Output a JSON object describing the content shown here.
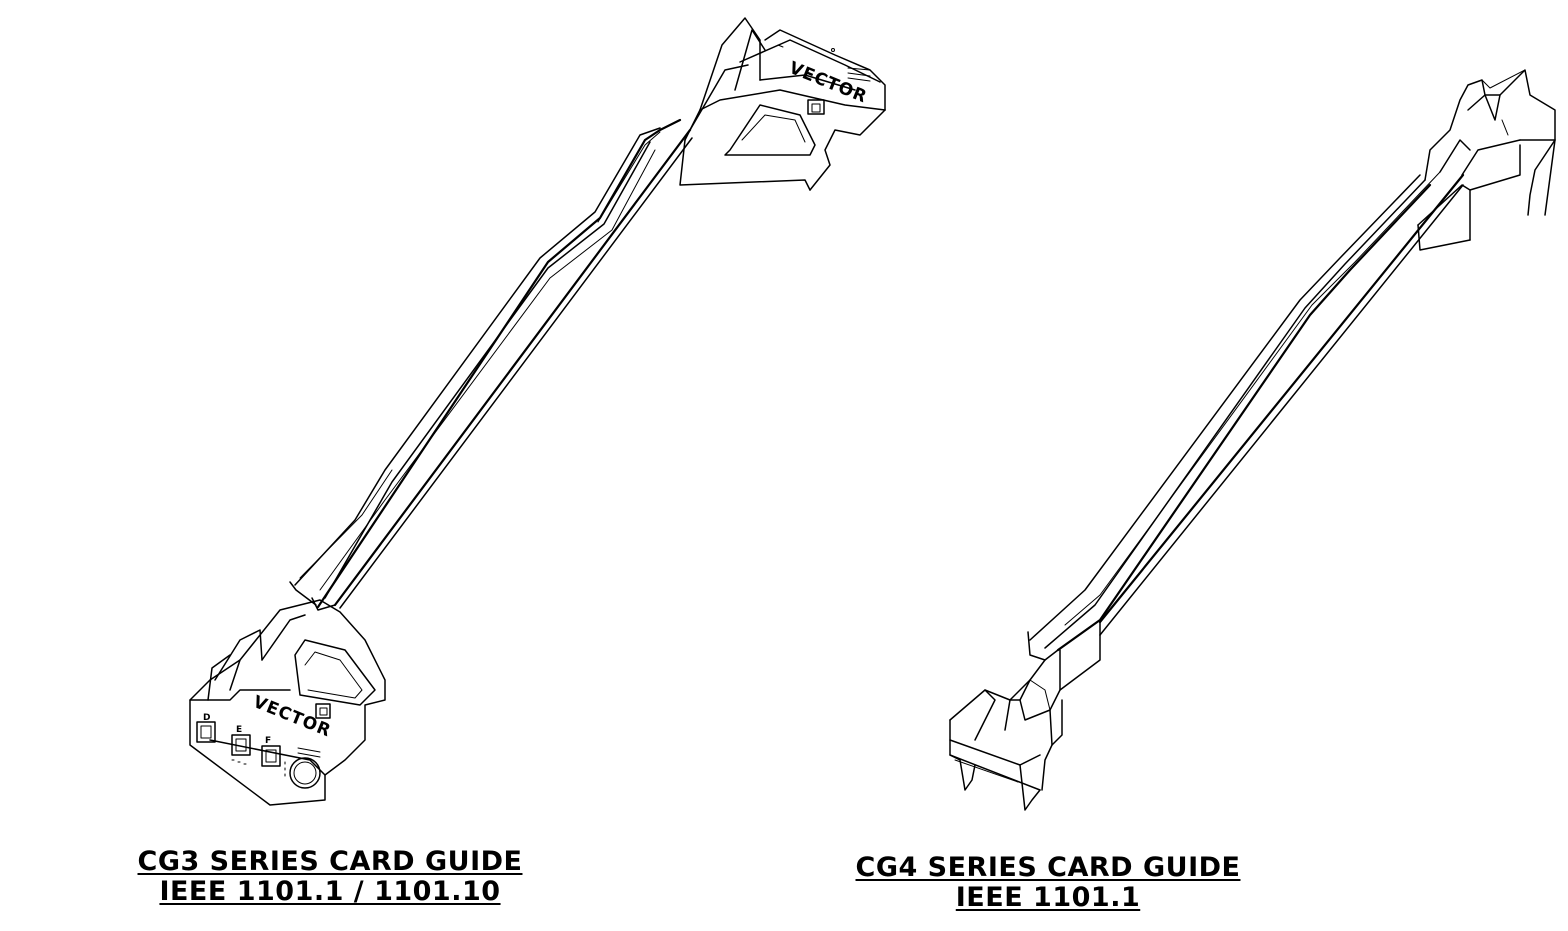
{
  "figures": [
    {
      "id": "cg3",
      "brand_text": "VECTOR",
      "slot_letters": [
        "D",
        "E",
        "F"
      ],
      "caption_line1": "CG3 SERIES CARD GUIDE",
      "caption_line2": "IEEE 1101.1 / 1101.10"
    },
    {
      "id": "cg4",
      "caption_line1": "CG4 SERIES CARD GUIDE",
      "caption_line2": "IEEE 1101.1"
    }
  ]
}
